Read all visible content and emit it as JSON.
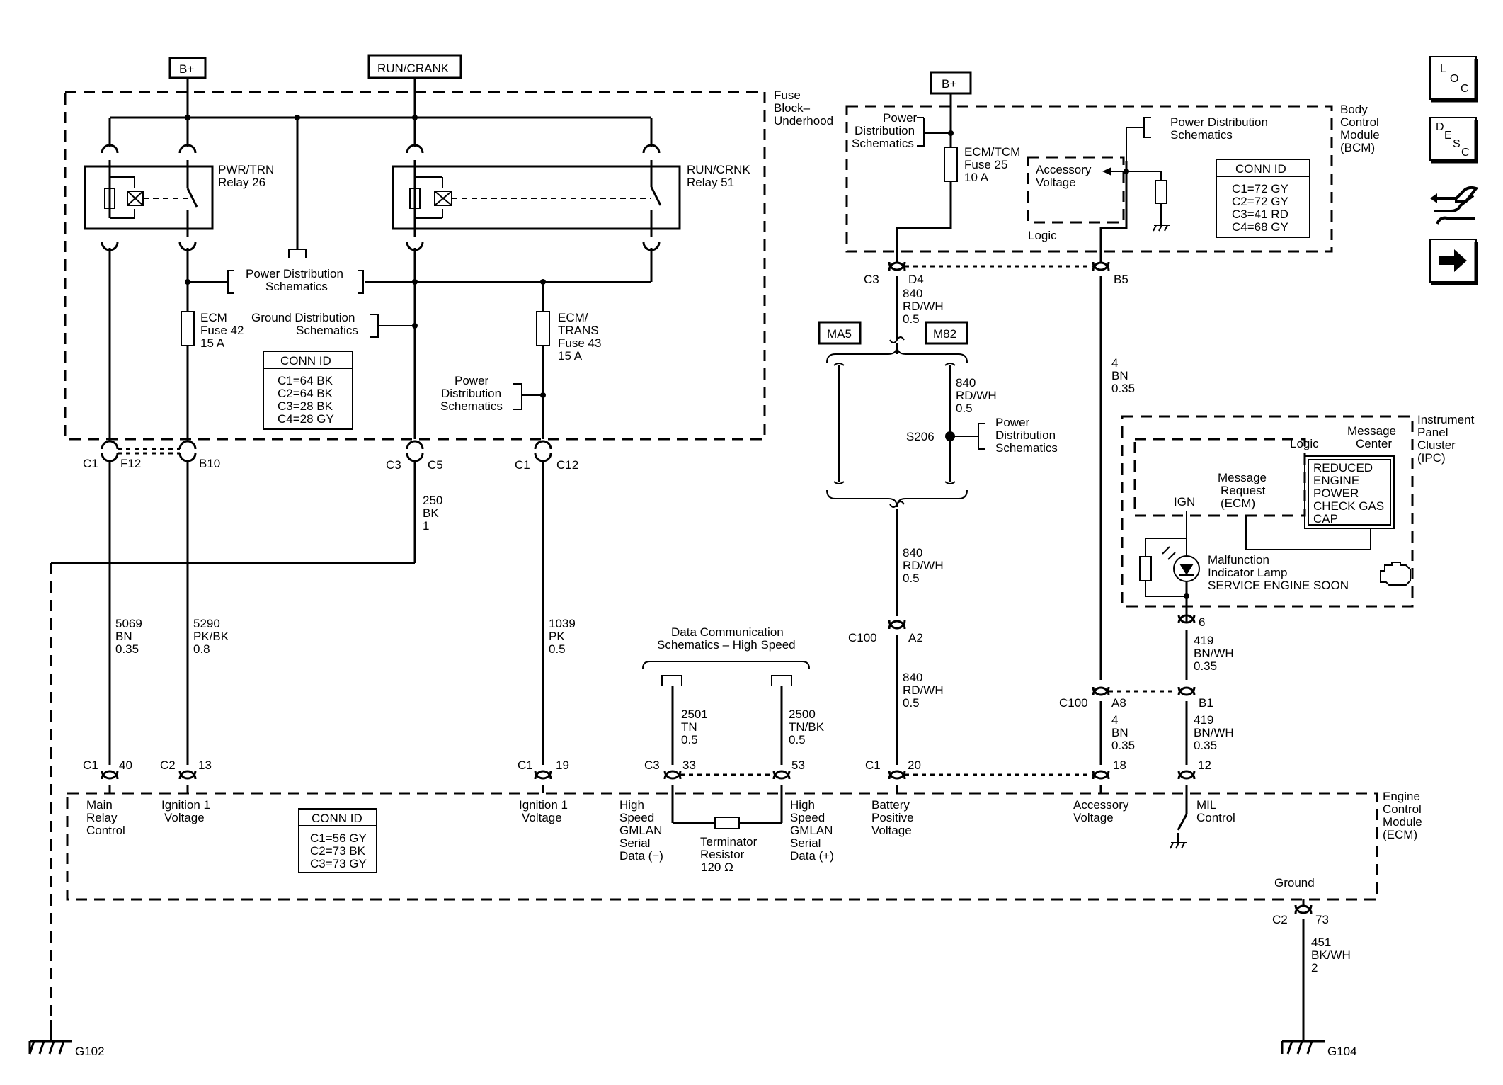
{
  "power_sources": {
    "b_plus_left": "B+",
    "run_crank": "RUN/CRANK",
    "b_plus_right": "B+"
  },
  "fuse_block": {
    "title": [
      "Fuse",
      "Block–",
      "Underhood"
    ],
    "relay26": [
      "PWR/TRN",
      "Relay 26"
    ],
    "relay51": [
      "RUN/CRNK",
      "Relay 51"
    ],
    "pds_ref": [
      "Power Distribution",
      "Schematics"
    ],
    "gds_ref": [
      "Ground Distribution",
      "Schematics"
    ],
    "fuse42": [
      "ECM",
      "Fuse 42",
      "15 A"
    ],
    "fuse43": [
      "ECM/",
      "TRANS",
      "Fuse 43",
      "15 A"
    ],
    "pds_ref2": [
      "Power",
      "Distribution",
      "Schematics"
    ],
    "conn_title": "CONN ID",
    "conn": [
      "C1=64 BK",
      "C2=64 BK",
      "C3=28 BK",
      "C4=28 GY"
    ]
  },
  "bcm": {
    "title": [
      "Body",
      "Control",
      "Module",
      "(BCM)"
    ],
    "pds_ref_left": [
      "Power",
      "Distribution",
      "Schematics"
    ],
    "pds_ref_right": [
      "Power Distribution",
      "Schematics"
    ],
    "fuse25": [
      "ECM/TCM",
      "Fuse 25",
      "10 A"
    ],
    "acc_voltage": [
      "Accessory",
      "Voltage"
    ],
    "logic": "Logic",
    "conn_title": "CONN ID",
    "conn": [
      "C1=72 GY",
      "C2=72 GY",
      "C3=41 RD",
      "C4=68 GY"
    ]
  },
  "ipc": {
    "title": [
      "Instrument",
      "Panel",
      "Cluster",
      "(IPC)"
    ],
    "msg_center": [
      "Message",
      "Center"
    ],
    "logic": "Logic",
    "msg_request": [
      "Message",
      "Request",
      "(ECM)"
    ],
    "ign": "IGN",
    "display": [
      "REDUCED",
      "ENGINE",
      "POWER",
      "CHECK GAS",
      "CAP"
    ],
    "mil": [
      "Malfunction",
      "Indicator Lamp",
      "SERVICE ENGINE SOON"
    ]
  },
  "ecm": {
    "title": [
      "Engine",
      "Control",
      "Module",
      "(ECM)"
    ],
    "main_relay": [
      "Main",
      "Relay",
      "Control"
    ],
    "ign1_left": [
      "Ignition 1",
      "Voltage"
    ],
    "ign1_mid": [
      "Ignition 1",
      "Voltage"
    ],
    "gmlan_neg": [
      "High",
      "Speed",
      "GMLAN",
      "Serial",
      "Data (−)"
    ],
    "terminator": [
      "Terminator",
      "Resistor",
      "120 Ω"
    ],
    "gmlan_pos": [
      "High",
      "Speed",
      "GMLAN",
      "Serial",
      "Data (+)"
    ],
    "battery": [
      "Battery",
      "Positive",
      "Voltage"
    ],
    "accessory": [
      "Accessory",
      "Voltage"
    ],
    "mil_control": [
      "MIL",
      "Control"
    ],
    "ground": "Ground",
    "conn_title": "CONN ID",
    "conn": [
      "C1=56 GY",
      "C2=73 BK",
      "C3=73 GY"
    ]
  },
  "data_comm": [
    "Data Communication",
    "Schematics – High Speed"
  ],
  "splice_ref": [
    "Power",
    "Distribution",
    "Schematics"
  ],
  "connectors": {
    "c1": "C1",
    "f12": "F12",
    "b10": "B10",
    "c3": "C3",
    "c5": "C5",
    "c1b": "C1",
    "c12": "C12",
    "c3_d4": "C3",
    "d4": "D4",
    "b5": "B5",
    "ma5": "MA5",
    "m82": "M82",
    "s206": "S206",
    "c100_a2": "C100",
    "a2": "A2",
    "c100_a8": "C100",
    "a8": "A8",
    "b1": "B1",
    "six": "6",
    "e_c1_40": "C1",
    "p40": "40",
    "e_c2_13": "C2",
    "p13": "13",
    "e_c1_19": "C1",
    "p19": "19",
    "e_c3_33": "C3",
    "p33": "33",
    "p53": "53",
    "e_c1_20": "C1",
    "p20": "20",
    "p18": "18",
    "p12": "12",
    "e_c2_73": "C2",
    "p73": "73"
  },
  "wires": {
    "w250": [
      "250",
      "BK",
      "1"
    ],
    "w5069": [
      "5069",
      "BN",
      "0.35"
    ],
    "w5290": [
      "5290",
      "PK/BK",
      "0.8"
    ],
    "w1039": [
      "1039",
      "PK",
      "0.5"
    ],
    "w2501": [
      "2501",
      "TN",
      "0.5"
    ],
    "w2500": [
      "2500",
      "TN/BK",
      "0.5"
    ],
    "w840a": [
      "840",
      "RD/WH",
      "0.5"
    ],
    "w840b": [
      "840",
      "RD/WH",
      "0.5"
    ],
    "w840c": [
      "840",
      "RD/WH",
      "0.5"
    ],
    "w840d": [
      "840",
      "RD/WH",
      "0.5"
    ],
    "w4a": [
      "4",
      "BN",
      "0.35"
    ],
    "w4b": [
      "4",
      "BN",
      "0.35"
    ],
    "w419a": [
      "419",
      "BN/WH",
      "0.35"
    ],
    "w419b": [
      "419",
      "BN/WH",
      "0.35"
    ],
    "w451": [
      "451",
      "BK/WH",
      "2"
    ]
  },
  "grounds": {
    "g102": "G102",
    "g104": "G104"
  },
  "nav": {
    "loc": [
      "L",
      "O",
      "C"
    ],
    "desc": [
      "D",
      "E",
      "S",
      "C"
    ],
    "icon_routing": "wiring-routing-icon",
    "icon_next": "right-arrow-icon"
  }
}
